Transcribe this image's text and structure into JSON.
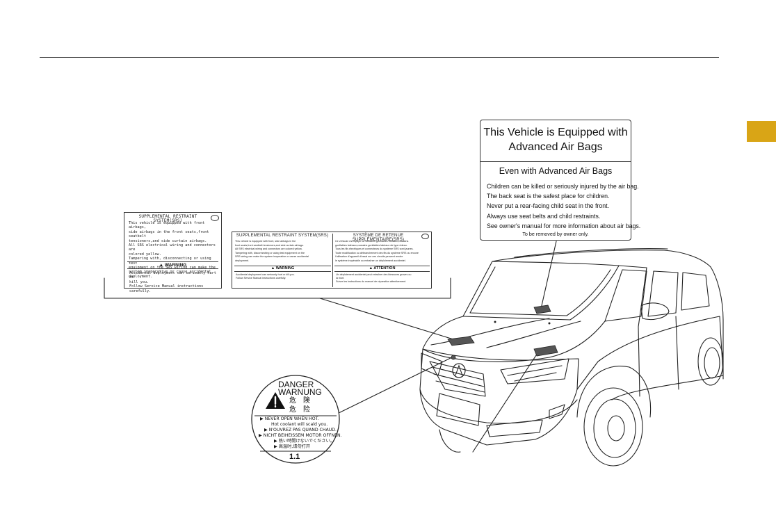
{
  "colors": {
    "tab": "#d9a516",
    "line": "#333333"
  },
  "srs_label_small": {
    "header": "SUPPLEMENTAL RESTRAINT SYSTEM(SRS)",
    "body": [
      "This vehicle is equipped with front airbags,",
      "side airbags in the front seats,front seatbelt",
      "tensioners,and side curtain airbags.",
      "All SRS electrical wiring and connectors are",
      "colored yellow.",
      "Tampering with, disconnecting or using test",
      "equipment on the SRS wiring can make the",
      "system inoperative or cause accidental",
      "deployment."
    ],
    "warning": "WARNING",
    "warning_body": [
      "Accidental deployment can seriously hurt or",
      "kill you.",
      "Follow Service Manual instructions carefully."
    ]
  },
  "srs_label_bilingual": {
    "header_en": "SUPPLEMENTAL RESTRAINT SYSTEM(SRS)",
    "header_fr": "SYSTÈME DE RETENUE SUPPLÉMENTAIRE(SRS)",
    "body_en": [
      "This vehicle is equipped with front, side airbags in the",
      "front seats,front seatbelt tensioners,and side curtain airbags.",
      "All SRS electrical wiring and connectors are colored yellow.",
      "Tampering with, disconnecting or using test equipment on the",
      "SRS wiring can make the system inoperative or cause accidental",
      "deployment."
    ],
    "body_fr": [
      "Ce véhicule est équipé de coussins gonflables frontaux,coussins",
      "gonflables latéraux,coussins gonflables latéraux de type rideau.",
      "Tous les fils électriques et connecteurs du système SRS sont jaunes.",
      "Toute modification ou débranchement des fils du système SRS ou encore",
      "l'utilisation d'appareil d'essai sur ces circuits peuvent rendre",
      "le système inopérable ou entraîner un déploiement accidentel."
    ],
    "warning_en": "WARNING",
    "warning_fr": "ATTENTION",
    "warning_body_en": [
      "Accidental deployment can seriously hurt or kill you.",
      "Follow Service Manual instructions carefully."
    ],
    "warning_body_fr": [
      "Un déploiement accidentel peut entraîner des blessures graves ou",
      "la mort.",
      "Suivre les instructions du manuel de réparation attentivement."
    ]
  },
  "airbag_label": {
    "title_line1": "This Vehicle is Equipped with",
    "title_line2": "Advanced Air Bags",
    "subtitle": "Even with Advanced Air Bags",
    "lines": [
      "Children can be killed or seriously injured by the air bag.",
      "The back seat is the safest place for children.",
      "Never put a rear-facing child seat in the front.",
      "Always use seat belts and child restraints.",
      "See owner's manual for more information about air bags."
    ],
    "footer": "To be removed by owner only."
  },
  "danger_label": {
    "danger": "DANGER",
    "warnung": "WARNUNG",
    "kanji_jp": "危　険",
    "kanji_cn": "危　险",
    "lines": [
      "▶ NEVER OPEN WHEN HOT.",
      "Hot coolant will scald you.",
      "▶ N'OUVREZ PAS QUAND CHAUD.",
      "▶ NICHT BEIHEISSEM MOTOR OFFNEN.",
      "▶ 熱い時開けないでください。",
      "▶ 高温时,请勿打开"
    ],
    "pressure": "1.1"
  }
}
